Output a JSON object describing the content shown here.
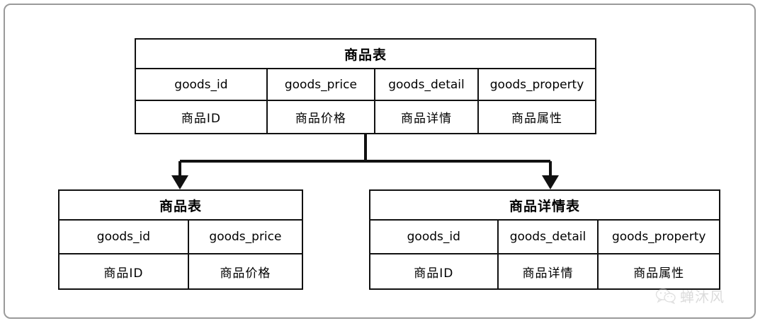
{
  "frame": {
    "border_color": "#9a9a9a",
    "background": "#ffffff"
  },
  "diagram": {
    "type": "database-table-split",
    "line_color": "#111111",
    "tables": [
      {
        "id": "table-top",
        "title": "商品表",
        "fields": [
          "goods_id",
          "goods_price",
          "goods_detail",
          "goods_property"
        ],
        "descriptions": [
          "商品ID",
          "商品价格",
          "商品详情",
          "商品属性"
        ]
      },
      {
        "id": "table-bottom-left",
        "title": "商品表",
        "fields": [
          "goods_id",
          "goods_price"
        ],
        "descriptions": [
          "商品ID",
          "商品价格"
        ]
      },
      {
        "id": "table-bottom-right",
        "title": "商品详情表",
        "fields": [
          "goods_id",
          "goods_detail",
          "goods_property"
        ],
        "descriptions": [
          "商品ID",
          "商品详情",
          "商品属性"
        ]
      }
    ],
    "connectors": [
      {
        "from": "table-top",
        "to": "table-bottom-left",
        "arrow": "down"
      },
      {
        "from": "table-top",
        "to": "table-bottom-right",
        "arrow": "down"
      }
    ]
  },
  "watermark": {
    "text": "蝉沐风",
    "icon": "wechat-icon",
    "color": "#b9b9b9"
  }
}
